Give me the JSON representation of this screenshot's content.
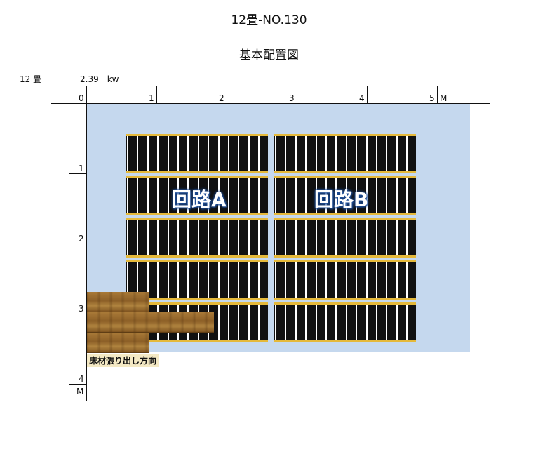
{
  "header": {
    "title": "12畳-NO.130",
    "subtitle": "基本配置図",
    "room_size": "12 畳",
    "power": "2.39　kw"
  },
  "axes": {
    "x_ticks": [
      "0",
      "1",
      "2",
      "3",
      "4",
      "5",
      "M"
    ],
    "y_ticks": [
      "1",
      "2",
      "3",
      "4",
      "M"
    ]
  },
  "circuits": {
    "a_label": "回路A",
    "b_label": "回路B"
  },
  "flooring": {
    "direction_label": "床材張り出し方向"
  },
  "colors": {
    "floor_area": "#c5d8ee",
    "panel_fill": "#111111",
    "panel_edge": "#e5b93a",
    "label_glow": "#1e4f9a"
  }
}
